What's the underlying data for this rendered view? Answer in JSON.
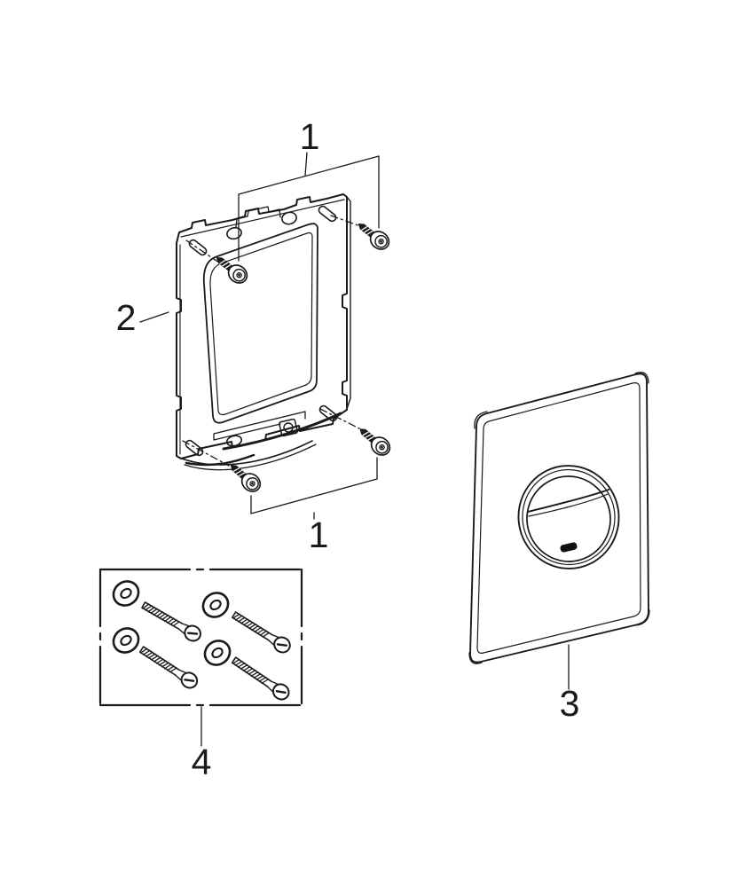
{
  "page": {
    "background": "#ffffff"
  },
  "diagram": {
    "type": "exploded-parts-diagram",
    "line_color": "#1a1a1a",
    "logo_color": "#111111",
    "callouts": {
      "screws_top": "1",
      "screws_bottom": "1",
      "mounting_frame": "2",
      "flush_plate": "3",
      "fixing_set": "4"
    },
    "parts": [
      {
        "callout": "1",
        "depicts": "fixing screws (two shown at top, two at bottom of frame)"
      },
      {
        "callout": "2",
        "depicts": "sheet-metal mounting frame with large rectangular opening"
      },
      {
        "callout": "3",
        "depicts": "flush plate with two-part round push button and small logo mark"
      },
      {
        "callout": "4",
        "depicts": "fixing set in dash-dot box: four long slotted screws and four washers"
      }
    ]
  }
}
